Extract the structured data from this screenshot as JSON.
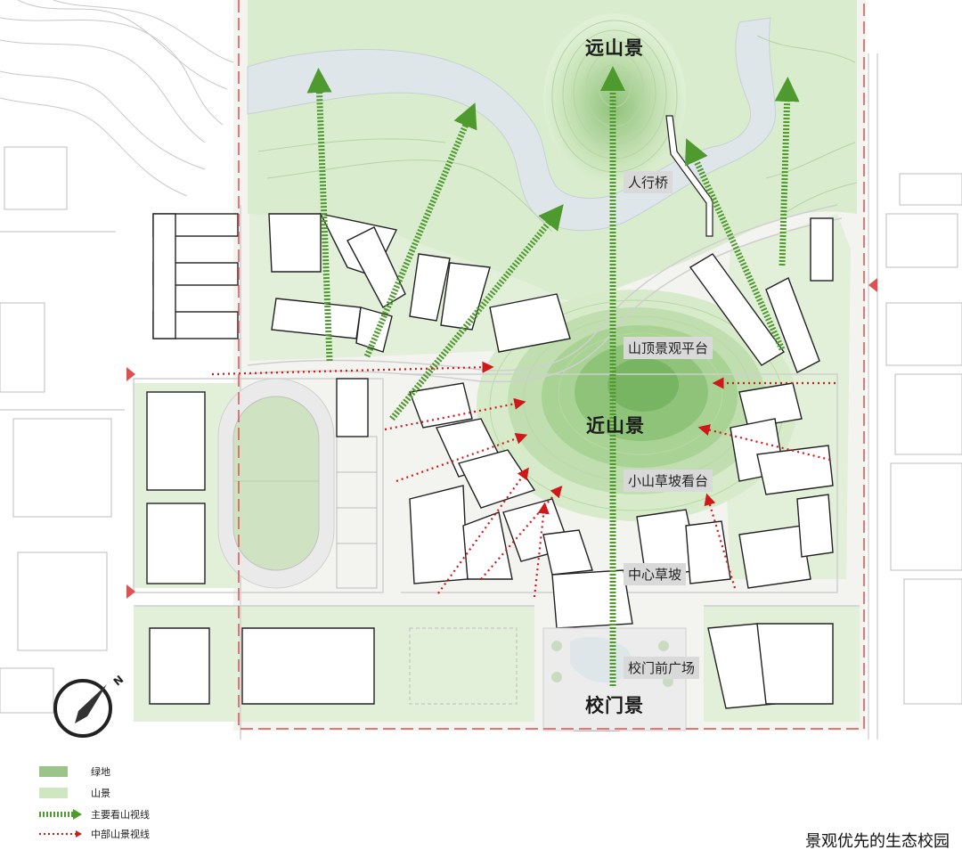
{
  "labels": {
    "far_mountain": "远山景",
    "near_mountain": "近山景",
    "gate_view": "校门景",
    "pedestrian_bridge": "人行桥",
    "summit_platform": "山顶景观平台",
    "hill_grandstand": "小山草坡看台",
    "central_lawn": "中心草坡",
    "gate_plaza": "校门前广场",
    "north": "N"
  },
  "legend": [
    {
      "label": "绿地",
      "kind": "swatch",
      "color": "#9cc48a"
    },
    {
      "label": "山景",
      "kind": "swatch",
      "color": "#cfe7c0"
    },
    {
      "label": "主要看山视线",
      "kind": "dashed-arrow",
      "color": "#4f9a2e"
    },
    {
      "label": "中部山景视线",
      "kind": "dotted-arrow",
      "color": "#d01818"
    }
  ],
  "caption": "景观优先的生态校园",
  "colors": {
    "green_space": "#9cc48a",
    "mountain_view": "#cfe7c0",
    "primary_sightline": "#4f9a2e",
    "secondary_sightline": "#d01818",
    "water": "#dfe6ea",
    "boundary": "#e05050"
  }
}
